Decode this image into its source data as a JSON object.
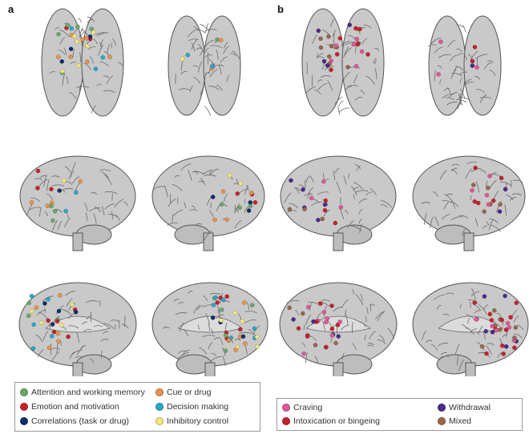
{
  "panels": {
    "a": "a",
    "b": "b"
  },
  "legend_a": [
    {
      "label": "Attention and working memory",
      "color": "#6aa86a"
    },
    {
      "label": "Emotion and motivation",
      "color": "#c8202a"
    },
    {
      "label": "Correlations (task or drug)",
      "color": "#0d2f6b"
    },
    {
      "label": "Cue or drug",
      "color": "#e8924a"
    },
    {
      "label": "Decision making",
      "color": "#2ba6c9"
    },
    {
      "label": "Inhibitory control",
      "color": "#f2e87a"
    }
  ],
  "legend_b": [
    {
      "label": "Craving",
      "color": "#e0569a"
    },
    {
      "label": "Intoxication or bingeing",
      "color": "#c8202a"
    },
    {
      "label": "Withdrawal",
      "color": "#4a2a8a"
    },
    {
      "label": "Mixed",
      "color": "#9a6548"
    }
  ],
  "views": [
    "dorsal",
    "dorsal-ventral",
    "lateral-left",
    "lateral-right",
    "medial-left",
    "medial-right"
  ]
}
